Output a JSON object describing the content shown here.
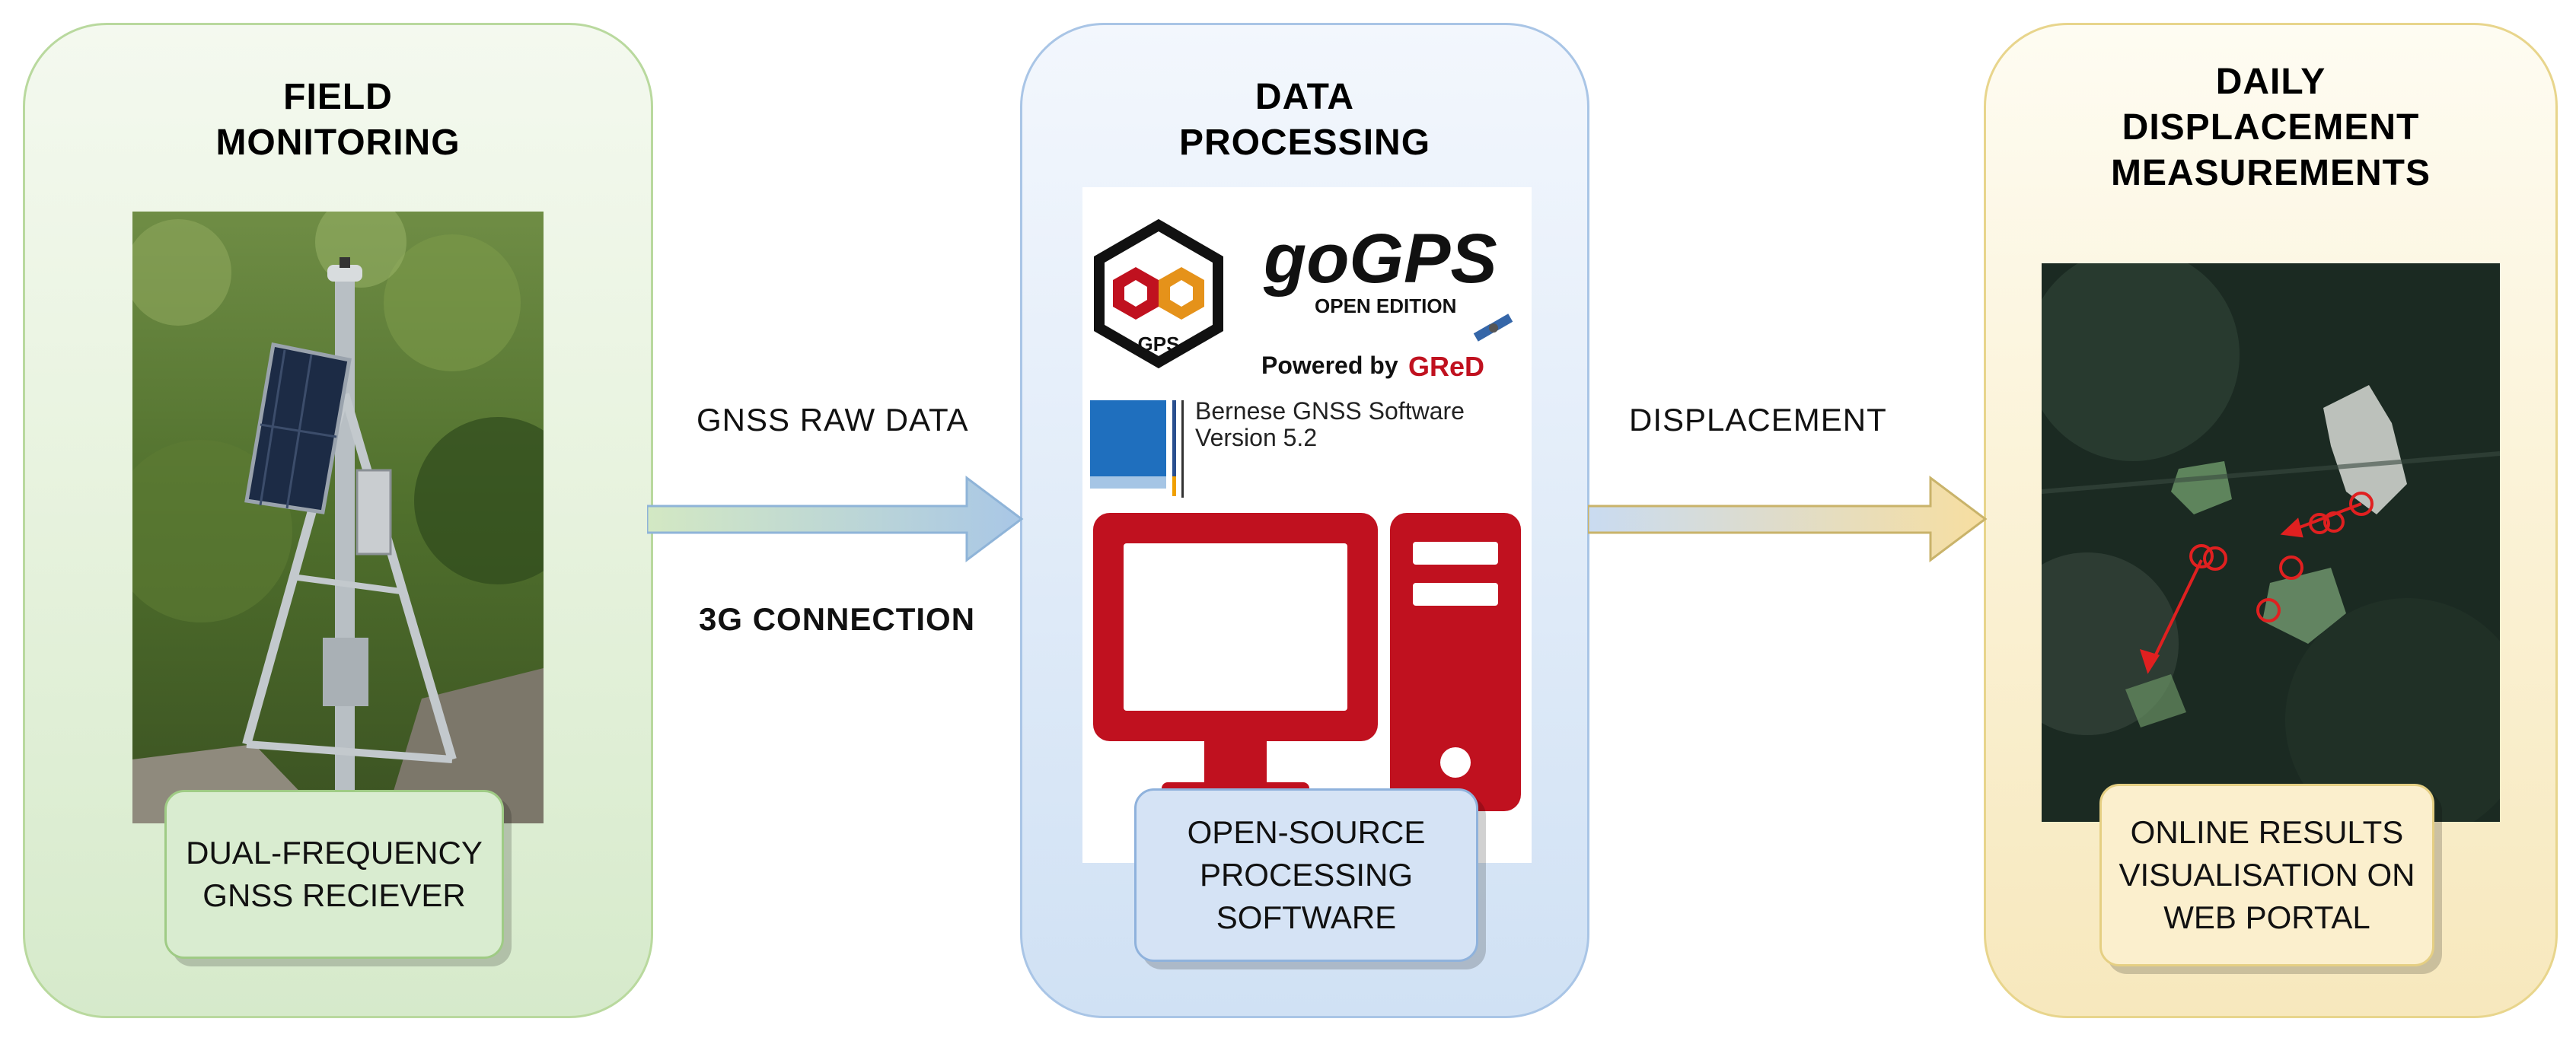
{
  "panels": {
    "field": {
      "title": [
        "FIELD",
        "MONITORING"
      ],
      "box_label": [
        "DUAL-FREQUENCY",
        "GNSS RECIEVER"
      ]
    },
    "processing": {
      "title": [
        "DATA",
        "PROCESSING"
      ],
      "logo": {
        "gogps_title": "goGPS",
        "gogps_sub": "OPEN EDITION",
        "gogps_badge": "GPS",
        "powered": "Powered by",
        "gred": "GReD",
        "bernese_line1": "Bernese GNSS Software",
        "bernese_line2": "Version 5.2"
      },
      "box_label": [
        "OPEN-SOURCE",
        "PROCESSING",
        "SOFTWARE"
      ]
    },
    "results": {
      "title": [
        "DAILY",
        "DISPLACEMENT",
        "MEASUREMENTS"
      ],
      "box_label": [
        "ONLINE RESULTS",
        "VISUALISATION ON",
        "WEB PORTAL"
      ]
    }
  },
  "edges": {
    "first_above": "GNSS RAW DATA",
    "first_below": "3G CONNECTION",
    "second_above": "DISPLACEMENT"
  },
  "colors": {
    "green": "#b9d99e",
    "blue": "#a9c5e6",
    "yellow": "#e8d58c",
    "computer_red": "#c0111f"
  }
}
